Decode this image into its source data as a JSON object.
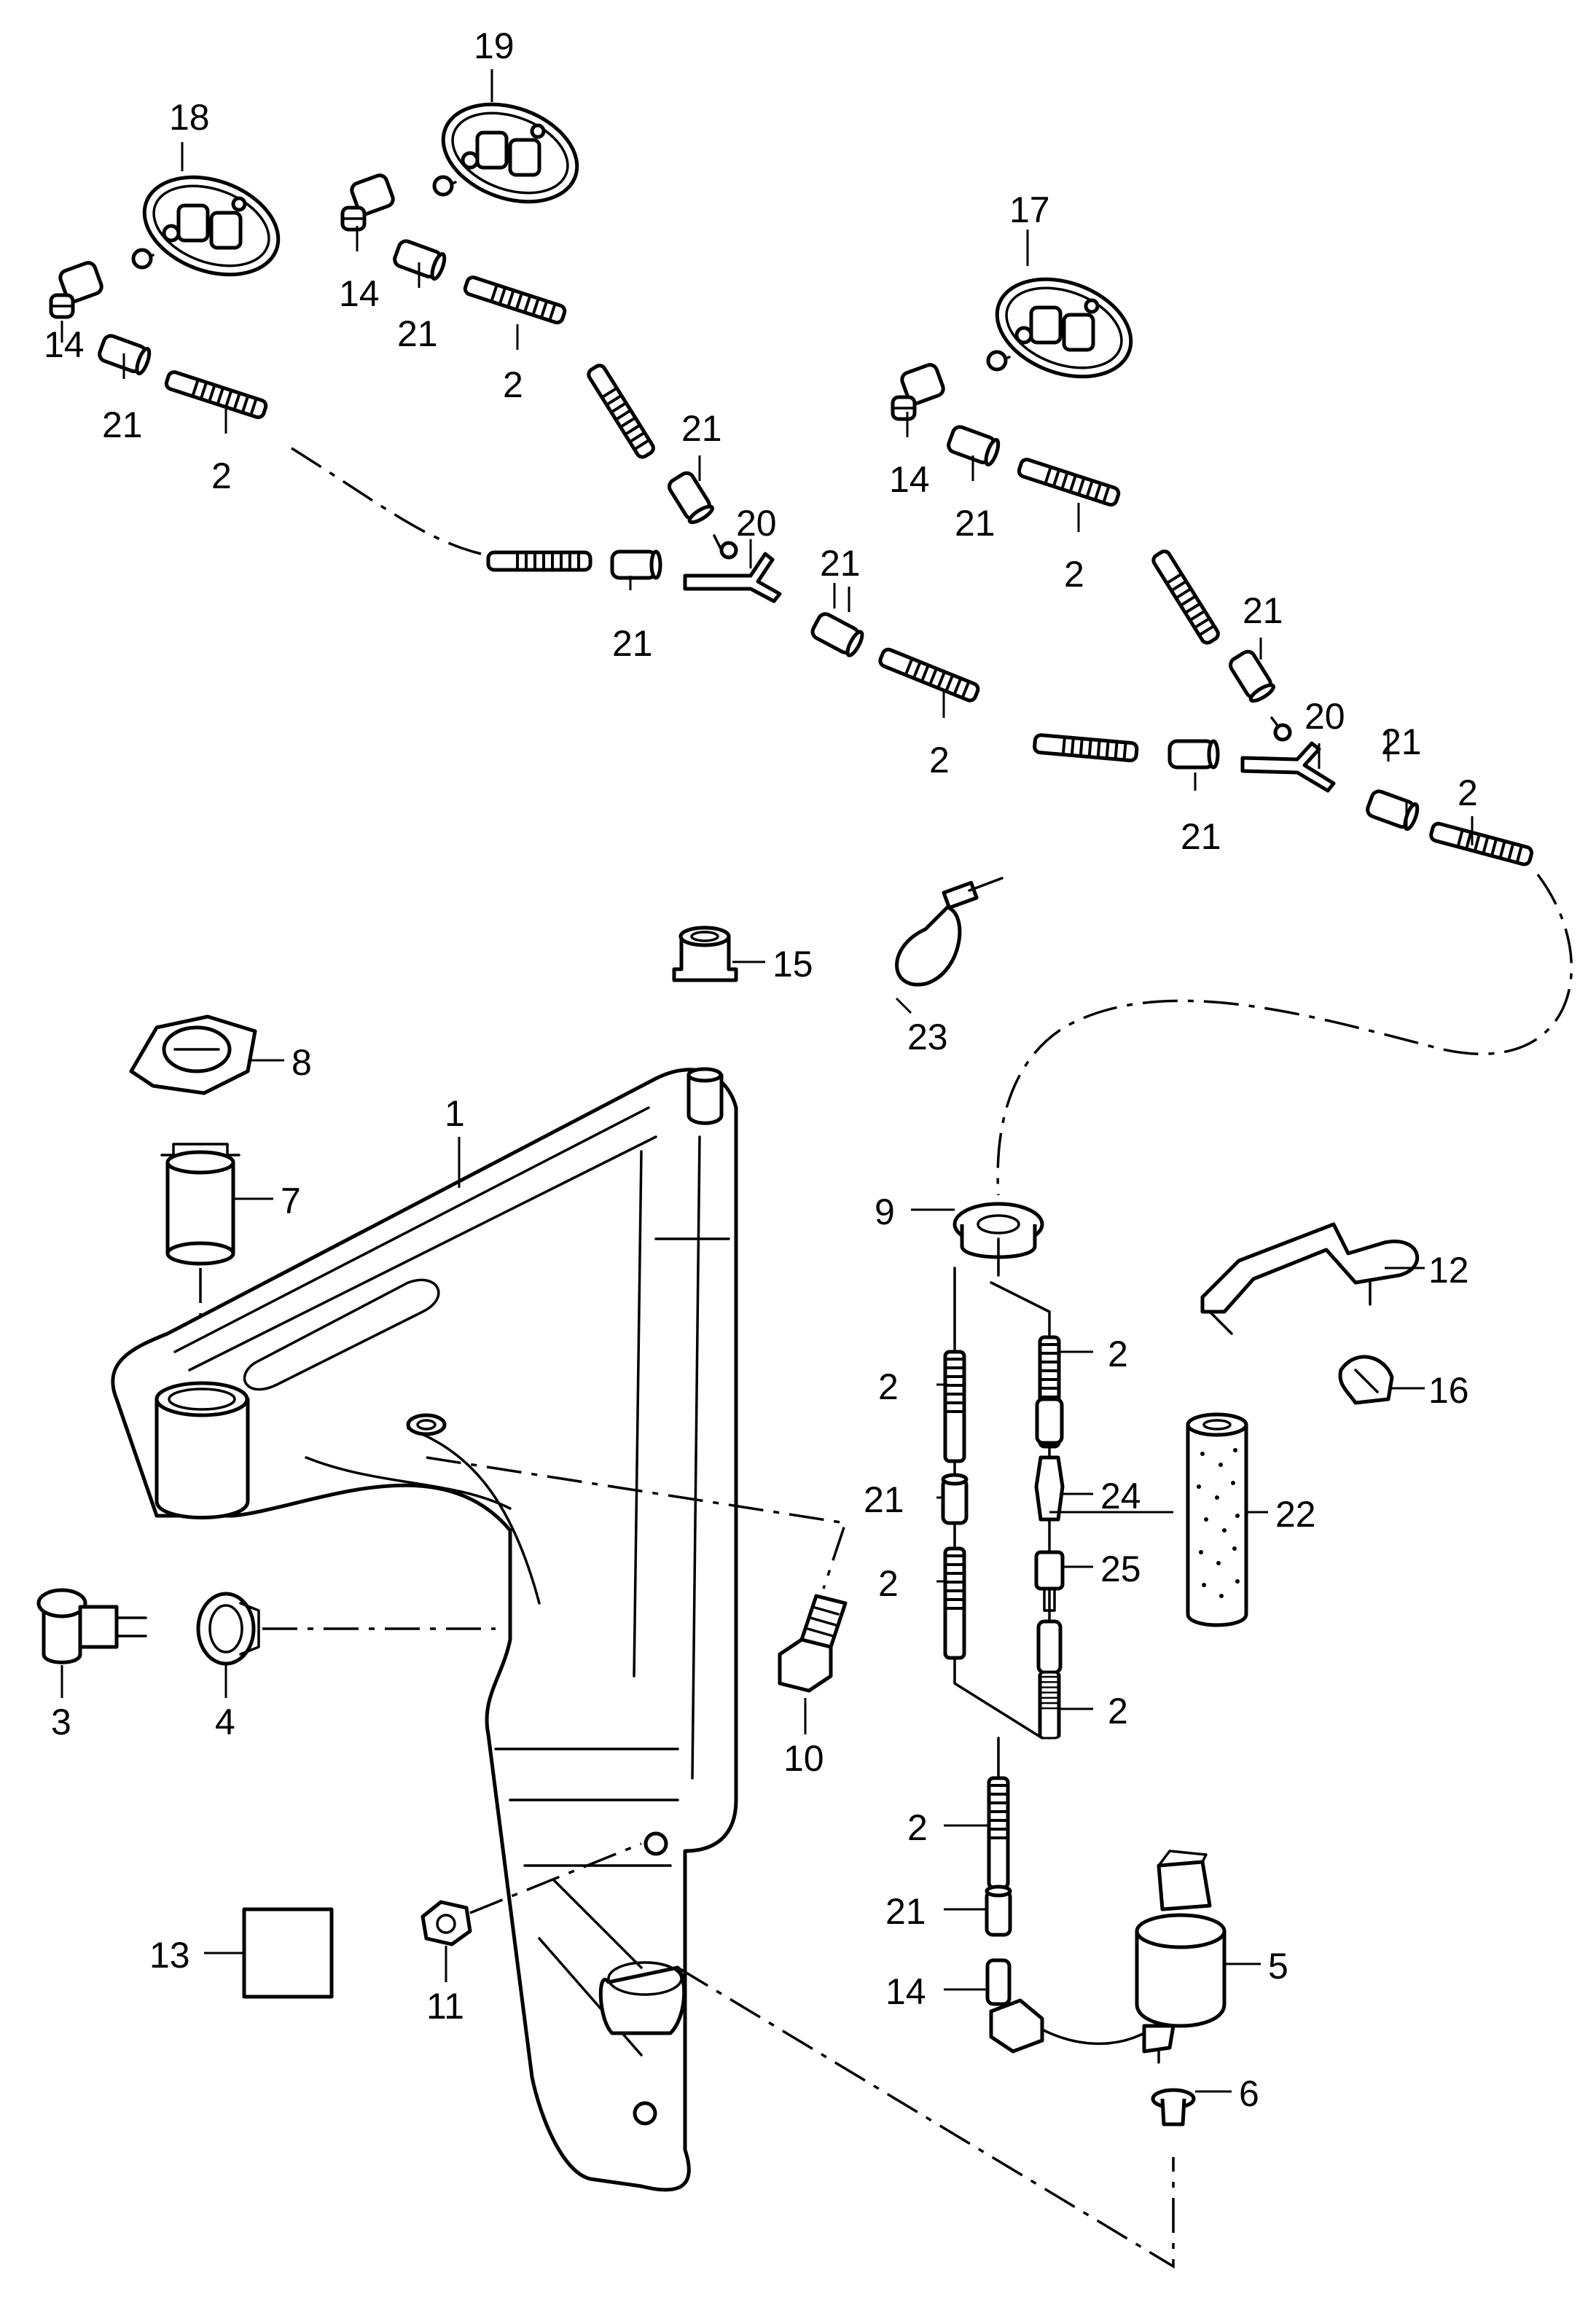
{
  "labels": {
    "p1": "1",
    "p2": "2",
    "p3": "3",
    "p4": "4",
    "p5": "5",
    "p6": "6",
    "p7": "7",
    "p8": "8",
    "p9": "9",
    "p10": "10",
    "p11": "11",
    "p12": "12",
    "p13": "13",
    "p14": "14",
    "p15": "15",
    "p16": "16",
    "p17": "17",
    "p18": "18",
    "p19": "19",
    "p20": "20",
    "p21": "21",
    "p22": "22",
    "p23": "23",
    "p24": "24",
    "p25": "25"
  },
  "colors": {
    "line": "#000000",
    "background": "#ffffff"
  }
}
